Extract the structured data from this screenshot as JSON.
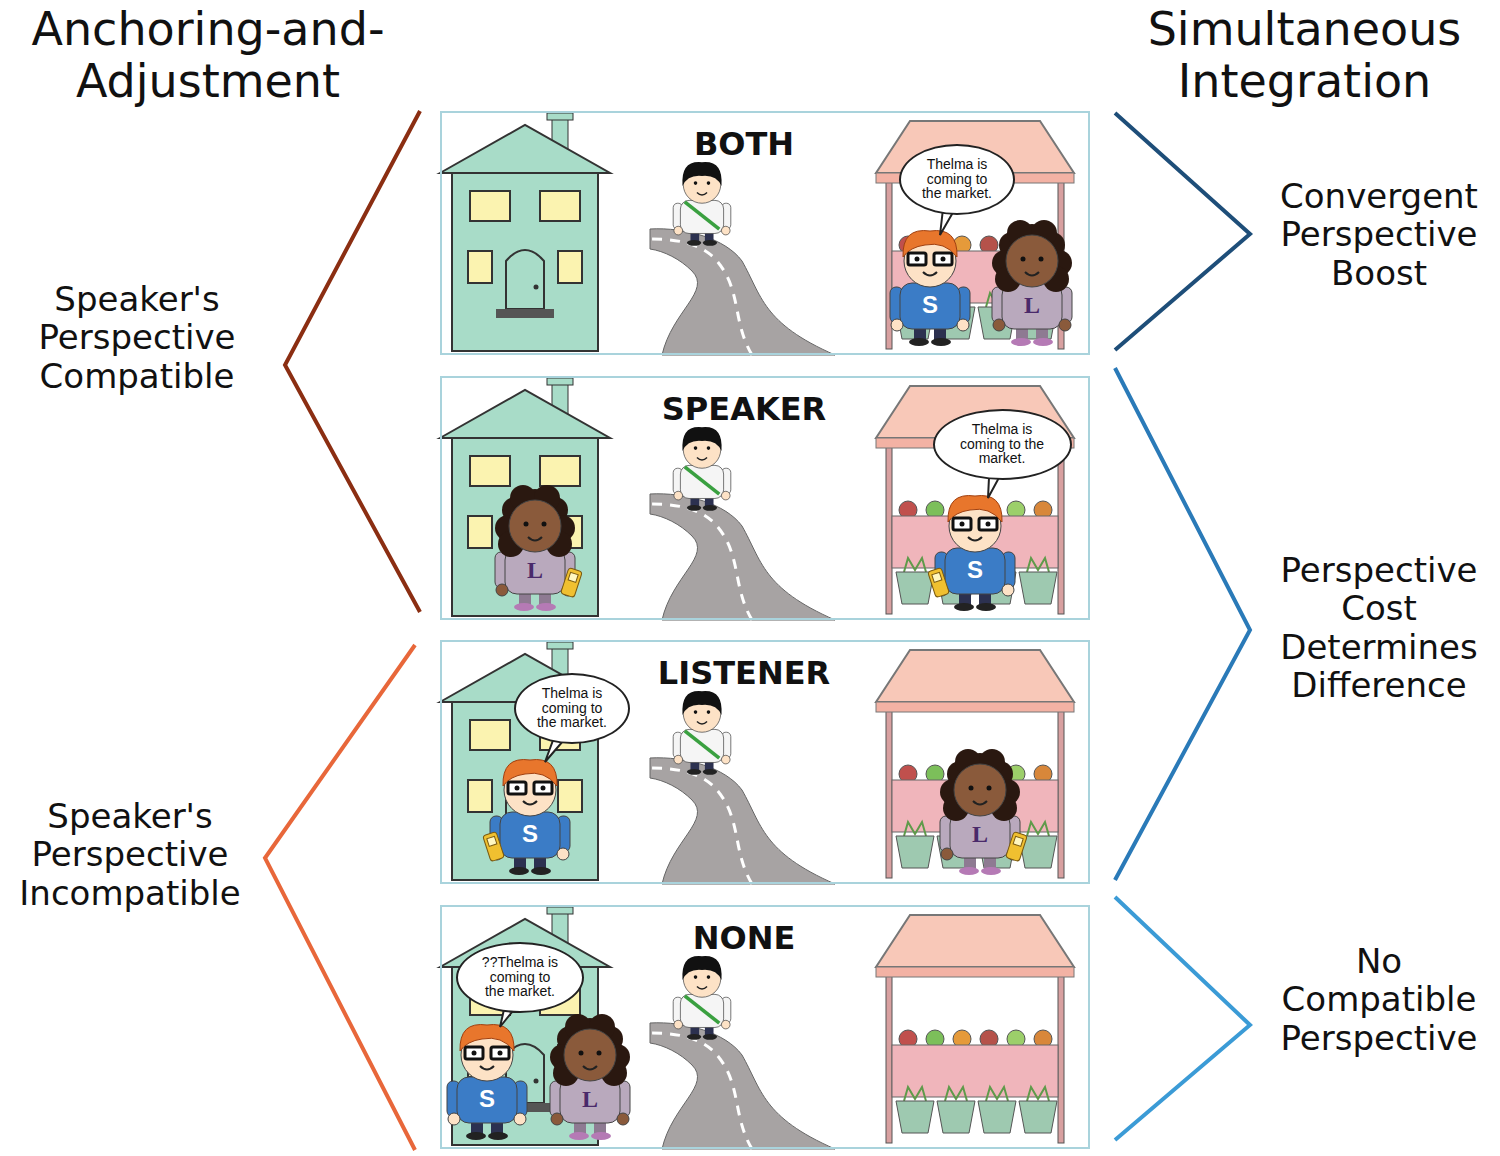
{
  "diagram": {
    "nodes": [
      {
        "text": [
          "BOTH"
        ]
      },
      {
        "text": [
          "Thelma is coming to the market."
        ],
        "in": 0
      },
      {
        "text": [
          "SPEAKER"
        ]
      },
      {
        "text": [
          "Thelma is coming to the market."
        ],
        "in": 2
      },
      {
        "text": [
          "LISTENER"
        ]
      },
      {
        "text": [
          "Thelma is coming to the market."
        ],
        "in": 4
      },
      {
        "text": [
          "NONE"
        ]
      },
      {
        "text": [
          "??Thelma is coming to the market."
        ],
        "in": 6
      }
    ],
    "labels": [
      "Anchoring-and-Adjustment",
      "Simultaneous Integration",
      "Speaker's Perspective Compatible",
      "Convergent Perspective Boost",
      "S",
      "L",
      "Perspective Cost Determines Difference",
      "L",
      "S",
      "S",
      "L",
      "Speaker's Perspective Incompatible",
      "S",
      "L",
      "No Compatible Perspective"
    ]
  }
}
